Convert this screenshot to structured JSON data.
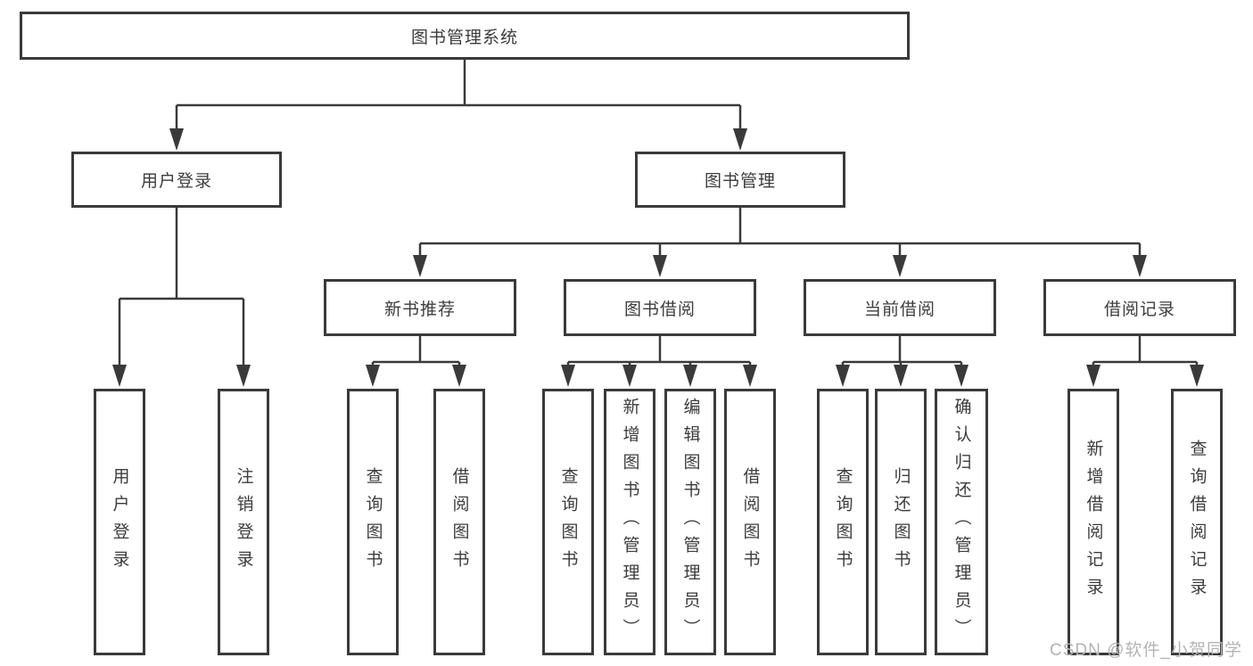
{
  "nodes": {
    "root": {
      "label": "图书管理系统"
    },
    "user_login": {
      "label": "用户登录"
    },
    "book_mgmt": {
      "label": "图书管理"
    },
    "new_book_rec": {
      "label": "新书推荐"
    },
    "book_borrow": {
      "label": "图书借阅"
    },
    "current_borrow": {
      "label": "当前借阅"
    },
    "borrow_records": {
      "label": "借阅记录"
    },
    "ul_user_login": {
      "label": "用户登录"
    },
    "ul_logout": {
      "label": "注销登录"
    },
    "nb_query_books": {
      "label": "查询图书"
    },
    "nb_borrow_books": {
      "label": "借阅图书"
    },
    "bb_query_books": {
      "label": "查询图书"
    },
    "bb_add_books": {
      "label": "新增图书（管理员）"
    },
    "bb_edit_books": {
      "label": "编辑图书（管理员）"
    },
    "bb_borrow_books": {
      "label": "借阅图书"
    },
    "cb_query_books": {
      "label": "查询图书"
    },
    "cb_return_books": {
      "label": "归还图书"
    },
    "cb_confirm_return": {
      "label": "确认归还（管理员）"
    },
    "br_add_record": {
      "label": "新增借阅记录"
    },
    "br_query_record": {
      "label": "查询借阅记录"
    }
  },
  "watermark": {
    "text": "CSDN @软件_小贺同学"
  },
  "colors": {
    "line": "#3a3a3a",
    "border": "#3a3a3a",
    "text": "#3c3c3c",
    "watermark": "#b4b4b4",
    "background": "#ffffff"
  }
}
